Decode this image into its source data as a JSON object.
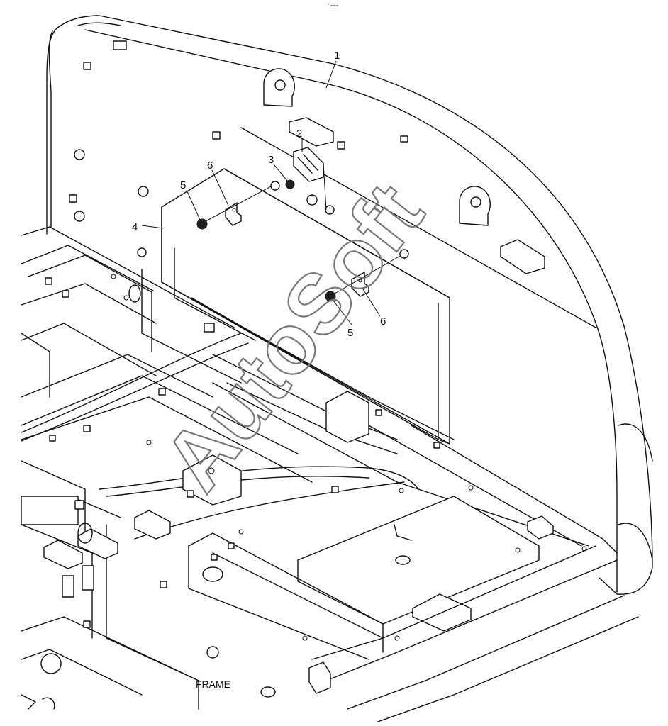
{
  "header_mark": "⁰ ₘₘₘ",
  "callouts": {
    "c1": "1",
    "c2": "2",
    "c3": "3",
    "c4": "4",
    "c5a": "5",
    "c5b": "5",
    "c6a": "6",
    "c6b": "6"
  },
  "frame_label": "FRAME",
  "watermark": "AutoSoft"
}
